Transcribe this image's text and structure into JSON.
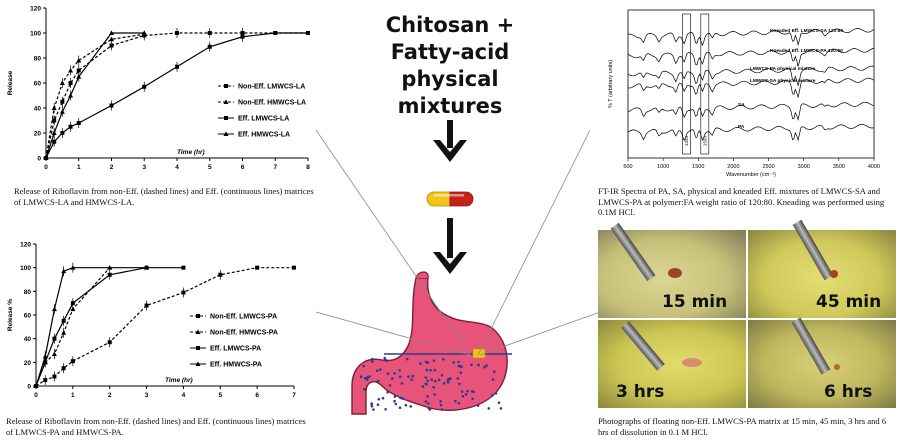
{
  "center": {
    "title_line1": "Chitosan +",
    "title_line2": "Fatty-acid",
    "title_line3": "physical mixtures"
  },
  "captions": {
    "top_left": "Release of Riboflavin from non-Eff. (dashed lines) and Eff. (continuous lines) matrices of LMWCS-LA and HMWCS-LA.",
    "bottom_left": "Release of Riboflavin from non-Eff. (dashed lines) and Eff. (continuous lines) matrices of LMWCS-PA and HMWCS-PA.",
    "top_right": "FT-IR Spectra of PA, SA, physical and kneaded Eff. mixtures of LMWCS-SA and LMWCS-PA at polymer:FA weight ratio of 120:80. Kneading was performed using 0.1M HCl.",
    "bottom_right": "Photographs of floating non-Eff. LMWCS-PA matrix at 15 min, 45 min, 3 hrs and 6 hrs of dissolution in 0.1 M HCl."
  },
  "photos": {
    "labels": [
      "15 min",
      "45 min",
      "3 hrs",
      "6 hrs"
    ]
  },
  "colors": {
    "capsule_red": "#c8211b",
    "capsule_yellow": "#f2c318",
    "stomach_pink": "#e8537a",
    "stomach_dots": "#2a3c8f",
    "photo_yellow": "#d6cf73"
  },
  "chart_data": [
    {
      "type": "line",
      "title": "",
      "xlabel": "Time (hr)",
      "ylabel": "Release",
      "xlim": [
        0,
        8
      ],
      "ylim": [
        0,
        120
      ],
      "xticks": [
        0,
        1,
        2,
        3,
        4,
        5,
        6,
        7,
        8
      ],
      "yticks": [
        0,
        20,
        40,
        60,
        80,
        100,
        120
      ],
      "legend_position": "right",
      "series": [
        {
          "name": "Non-Eff. LMWCS-LA",
          "marker": "square",
          "dashed": true,
          "x": [
            0,
            0.25,
            0.5,
            0.75,
            1,
            2,
            3,
            4,
            5,
            6,
            7,
            8
          ],
          "y": [
            0,
            30,
            45,
            60,
            70,
            90,
            98,
            100,
            100,
            100,
            100,
            100
          ]
        },
        {
          "name": "Non-Eff. HMWCS-LA",
          "marker": "triangle",
          "dashed": true,
          "x": [
            0,
            0.25,
            0.5,
            0.75,
            1,
            2,
            3
          ],
          "y": [
            0,
            40,
            60,
            70,
            78,
            95,
            99
          ]
        },
        {
          "name": "Eff. LMWCS-LA",
          "marker": "square",
          "dashed": false,
          "x": [
            0,
            0.25,
            0.5,
            0.75,
            1,
            2,
            3,
            4,
            5,
            6,
            7,
            8
          ],
          "y": [
            0,
            13,
            20,
            25,
            28,
            42,
            57,
            73,
            89,
            97,
            100,
            100
          ]
        },
        {
          "name": "Eff. HMWCS-LA",
          "marker": "triangle",
          "dashed": false,
          "x": [
            0,
            0.25,
            0.5,
            0.75,
            1,
            2,
            3
          ],
          "y": [
            0,
            20,
            37,
            50,
            65,
            100,
            100
          ]
        }
      ]
    },
    {
      "type": "line",
      "title": "",
      "xlabel": "Time (hr)",
      "ylabel": "Release %",
      "xlim": [
        0,
        7
      ],
      "ylim": [
        0,
        120
      ],
      "xticks": [
        0,
        1,
        2,
        3,
        4,
        5,
        6,
        7
      ],
      "yticks": [
        0,
        20,
        40,
        60,
        80,
        100,
        120
      ],
      "legend_position": "right",
      "series": [
        {
          "name": "Non-Eff. LMWCS-PA",
          "marker": "square",
          "dashed": true,
          "x": [
            0,
            0.25,
            0.5,
            0.75,
            1,
            2,
            3,
            4,
            5,
            6,
            7
          ],
          "y": [
            0,
            5,
            8,
            15,
            21,
            37,
            68,
            79,
            94,
            100,
            100
          ]
        },
        {
          "name": "Non-Eff. HMWCS-PA",
          "marker": "triangle",
          "dashed": true,
          "x": [
            0,
            0.25,
            0.5,
            0.75,
            1,
            2
          ],
          "y": [
            0,
            20,
            27,
            45,
            65,
            100
          ]
        },
        {
          "name": "Eff. LMWCS-PA",
          "marker": "square",
          "dashed": false,
          "x": [
            0,
            0.25,
            0.5,
            0.75,
            1,
            2,
            3,
            4
          ],
          "y": [
            0,
            20,
            40,
            55,
            70,
            94,
            100,
            100
          ]
        },
        {
          "name": "Eff. HMWCS-PA",
          "marker": "triangle",
          "dashed": false,
          "x": [
            0,
            0.25,
            0.5,
            0.75,
            1,
            2,
            3
          ],
          "y": [
            0,
            25,
            65,
            97,
            100,
            100,
            100
          ]
        }
      ]
    },
    {
      "type": "line",
      "title": "",
      "xlabel": "Wavenumber (cm⁻¹)",
      "ylabel": "% T (arbitrary units)",
      "xlim": [
        500,
        4000
      ],
      "xticks": [
        500,
        1000,
        1500,
        2000,
        2500,
        3000,
        3500,
        4000
      ],
      "band_labels": [
        "1333",
        "1593"
      ],
      "series": [
        {
          "name": "Kneaded Eff. LMWCS-SA 120:80"
        },
        {
          "name": "Kneaded Eff. LMWCS-PA 120:80"
        },
        {
          "name": "LMWCS-PA physical mixture"
        },
        {
          "name": "LMWCS-SA physical mixture"
        },
        {
          "name": "SA"
        },
        {
          "name": "PA"
        }
      ]
    }
  ]
}
